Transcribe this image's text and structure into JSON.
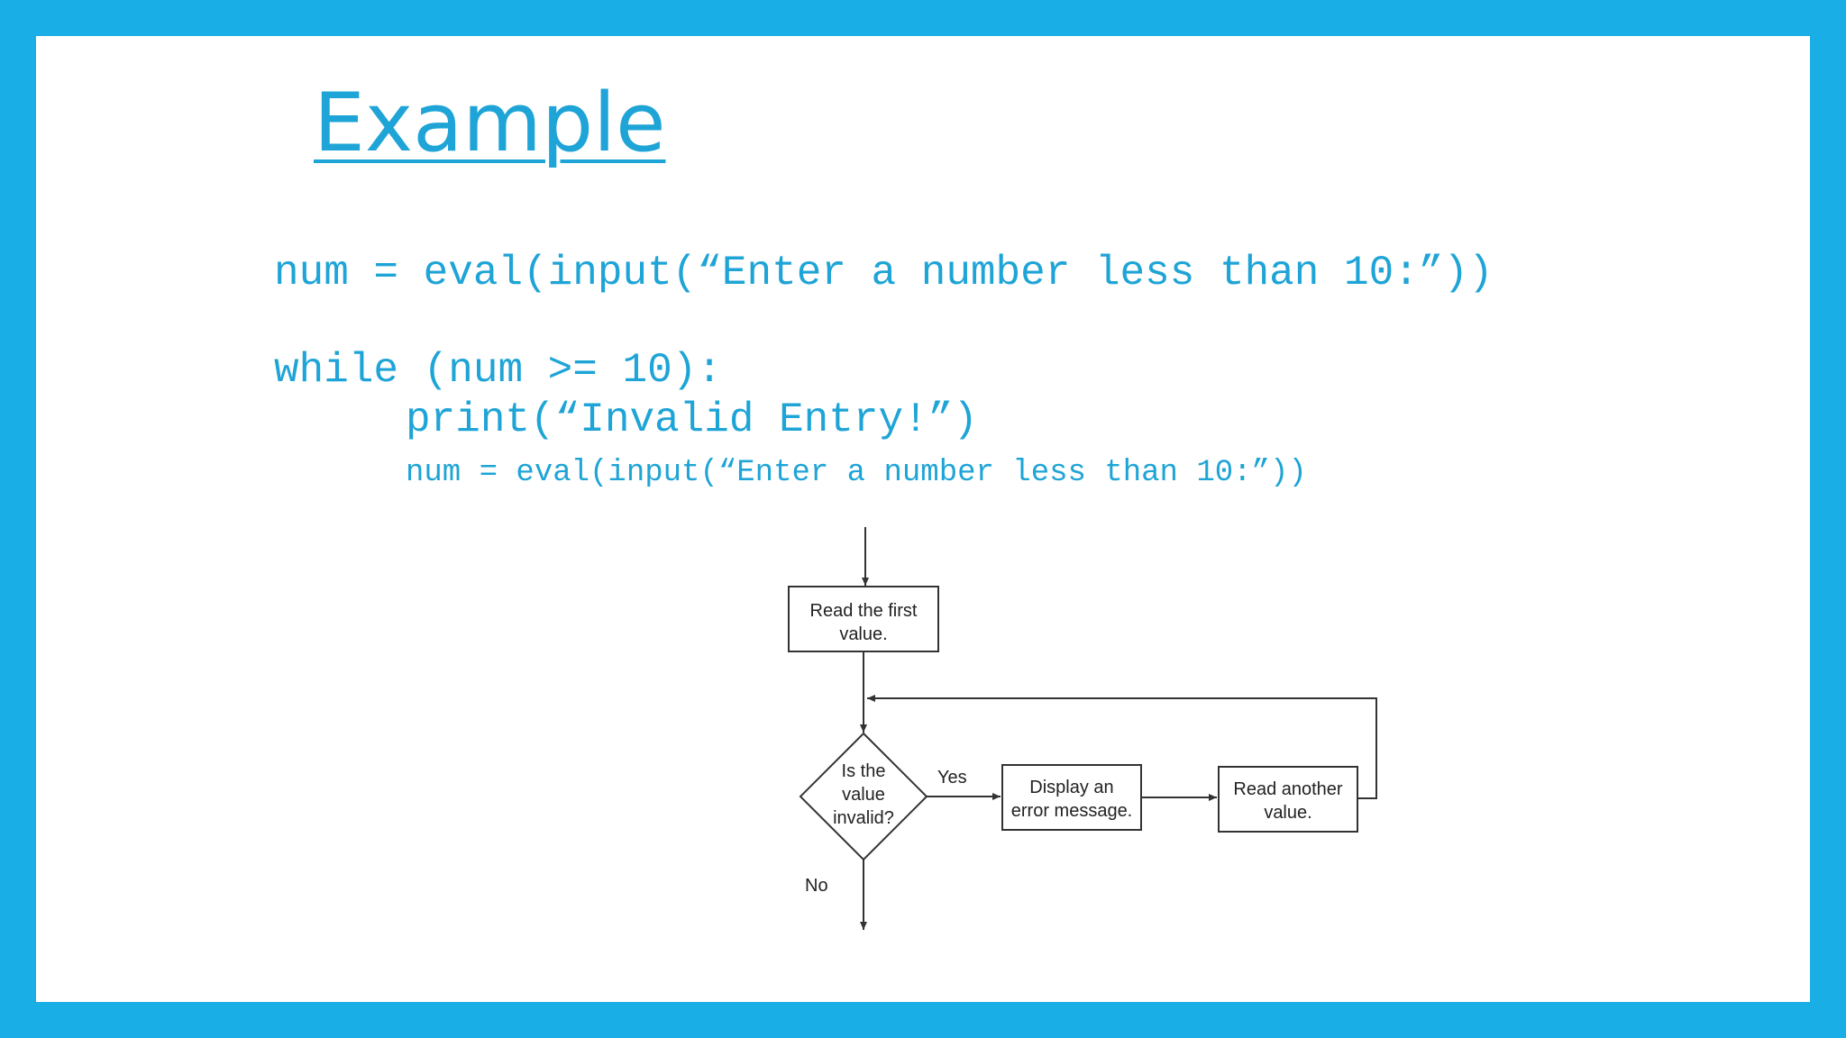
{
  "slide": {
    "title": "Example",
    "code_lines": [
      "num = eval(input(“Enter a number less than 10:”))",
      "while (num >= 10):",
      "print(“Invalid Entry!”)",
      "num = eval(input(“Enter a number less than 10:”))"
    ]
  },
  "flowchart": {
    "read_first": [
      "Read the first",
      "value."
    ],
    "decision": [
      "Is the",
      "value",
      "invalid?"
    ],
    "yes_label": "Yes",
    "no_label": "No",
    "display_error": [
      "Display an",
      "error message."
    ],
    "read_another": [
      "Read another",
      "value."
    ]
  },
  "colors": {
    "frame": "#1aaee6",
    "accent_text": "#1ea4d6",
    "diagram_line": "#333333"
  }
}
